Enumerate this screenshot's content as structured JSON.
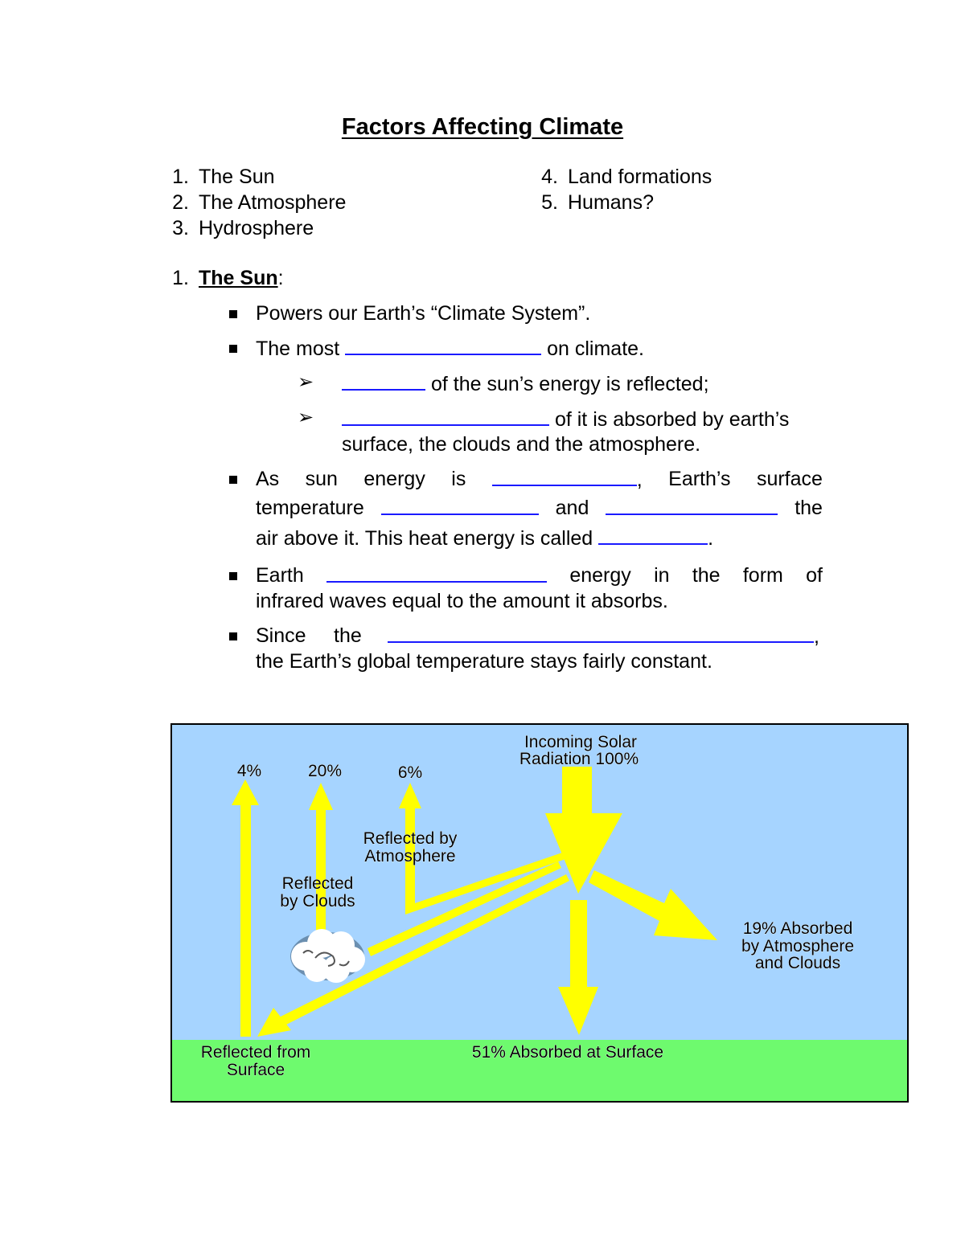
{
  "title": "Factors Affecting Climate",
  "factors": [
    {
      "num": "1.",
      "label": "The Sun"
    },
    {
      "num": "2.",
      "label": "The Atmosphere"
    },
    {
      "num": "3.",
      "label": "Hydrosphere"
    },
    {
      "num": "4.",
      "label": "Land formations"
    },
    {
      "num": "5.",
      "label": "Humans?"
    }
  ],
  "section": {
    "num": "1.",
    "heading": "The Sun",
    "colon": ":"
  },
  "bullets": {
    "b1": "Powers our Earth’s “Climate System”.",
    "b2_pre": "The most",
    "b2_post": "on climate.",
    "s1_post": "of the sun’s energy is reflected;",
    "s2_post": "of it is absorbed by earth’s",
    "s2_line2": "surface, the clouds and the atmosphere.",
    "b3_w1": "As",
    "b3_w2": "sun",
    "b3_w3": "energy",
    "b3_w4": "is",
    "b3_comma": ",",
    "b3_w5": "Earth’s",
    "b3_w6": "surface",
    "b3_l2_w1": "temperature",
    "b3_l2_w2": "and",
    "b3_l2_w3": "the",
    "b3_l3": "air above it.  This heat energy is called",
    "b3_period": ".",
    "b4_w1": "Earth",
    "b4_w2": "energy",
    "b4_w3": "in",
    "b4_w4": "the",
    "b4_w5": "form",
    "b4_w6": "of",
    "b4_line2": "infrared waves equal to the amount it absorbs.",
    "b5_w1": "Since",
    "b5_w2": "the",
    "b5_comma": ",",
    "b5_line2": "the Earth’s global temperature stays fairly constant."
  },
  "diagram": {
    "incoming_line1": "Incoming Solar",
    "incoming_line2": "Radiation 100%",
    "pct_surface": "4%",
    "pct_clouds": "20%",
    "pct_atmos": "6%",
    "reflected_atmos_line1": "Reflected by",
    "reflected_atmos_line2": "Atmosphere",
    "reflected_clouds_line1": "Reflected",
    "reflected_clouds_line2": "by Clouds",
    "absorbed_atmos_line1": "19% Absorbed",
    "absorbed_atmos_line2": "by Atmosphere",
    "absorbed_atmos_line3": "and Clouds",
    "reflected_surface_line1": "Reflected from",
    "reflected_surface_line2": "Surface",
    "absorbed_surface": "51% Absorbed at Surface",
    "colors": {
      "sky": "#a6d4ff",
      "ground": "#6efa6e",
      "arrow": "#ffff00",
      "cloud": "#ffffff"
    }
  }
}
